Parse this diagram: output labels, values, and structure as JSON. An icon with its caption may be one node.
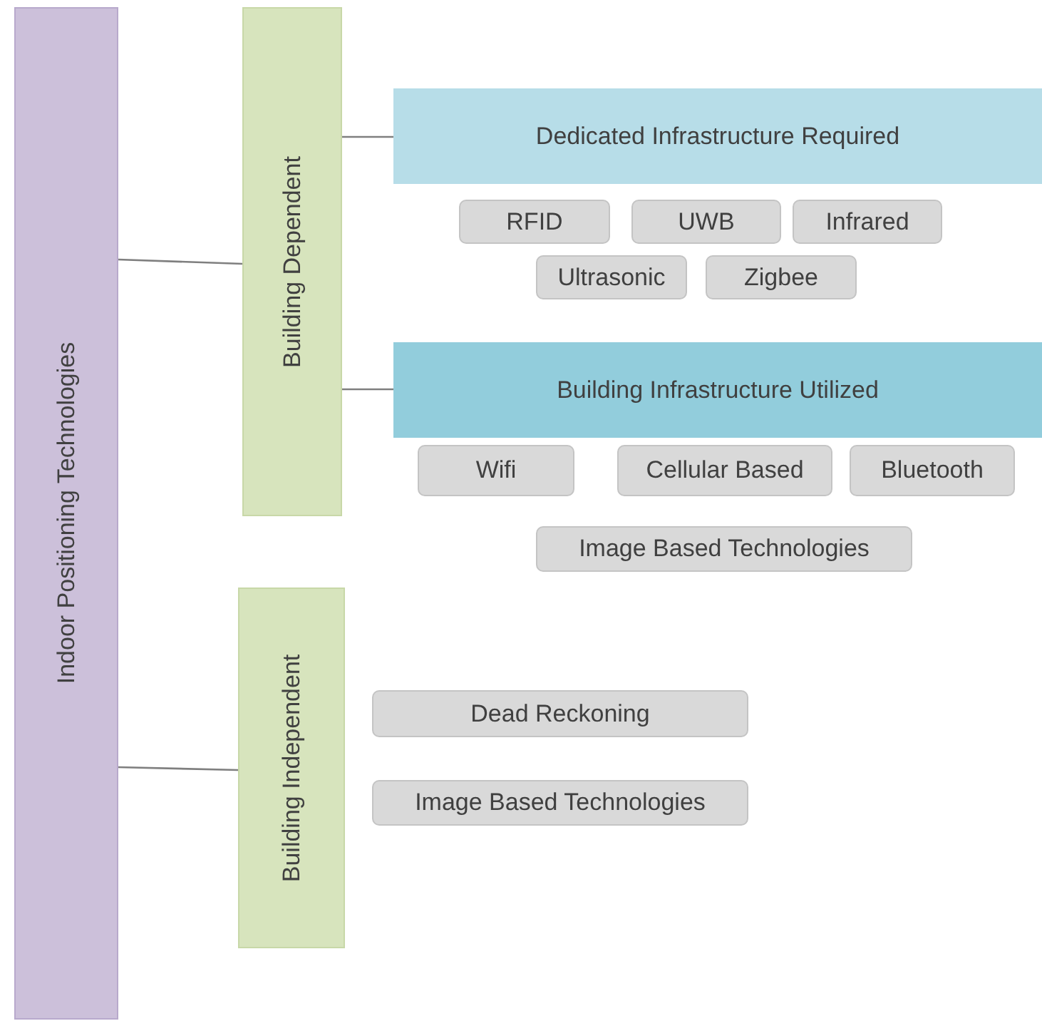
{
  "diagram": {
    "nodes": [
      {
        "text": [
          "Indoor Positioning Technologies"
        ]
      },
      {
        "text": [
          "Building Dependent"
        ]
      },
      {
        "text": [
          "Dedicated Infrastructure Required"
        ]
      },
      {
        "text": [
          "RFID"
        ]
      },
      {
        "text": [
          "UWB"
        ]
      },
      {
        "text": [
          "Infrared"
        ]
      },
      {
        "text": [
          "Ultrasonic"
        ]
      },
      {
        "text": [
          "Zigbee"
        ]
      },
      {
        "text": [
          "Building Infrastructure Utilized"
        ]
      },
      {
        "text": [
          "Wifi"
        ]
      },
      {
        "text": [
          "Cellular Based"
        ]
      },
      {
        "text": [
          "Bluetooth"
        ]
      },
      {
        "text": [
          "Image Based Technologies"
        ]
      },
      {
        "text": [
          "Building Independent"
        ]
      },
      {
        "text": [
          "Dead Reckoning"
        ]
      },
      {
        "text": [
          "Image Based Technologies"
        ]
      }
    ],
    "edges": [
      {
        "from": 0,
        "to": 1,
        "arrow": "none"
      },
      {
        "from": 0,
        "to": 13,
        "arrow": "none"
      },
      {
        "from": 1,
        "to": 2,
        "arrow": "none"
      },
      {
        "from": 1,
        "to": 8,
        "arrow": "none"
      }
    ]
  }
}
